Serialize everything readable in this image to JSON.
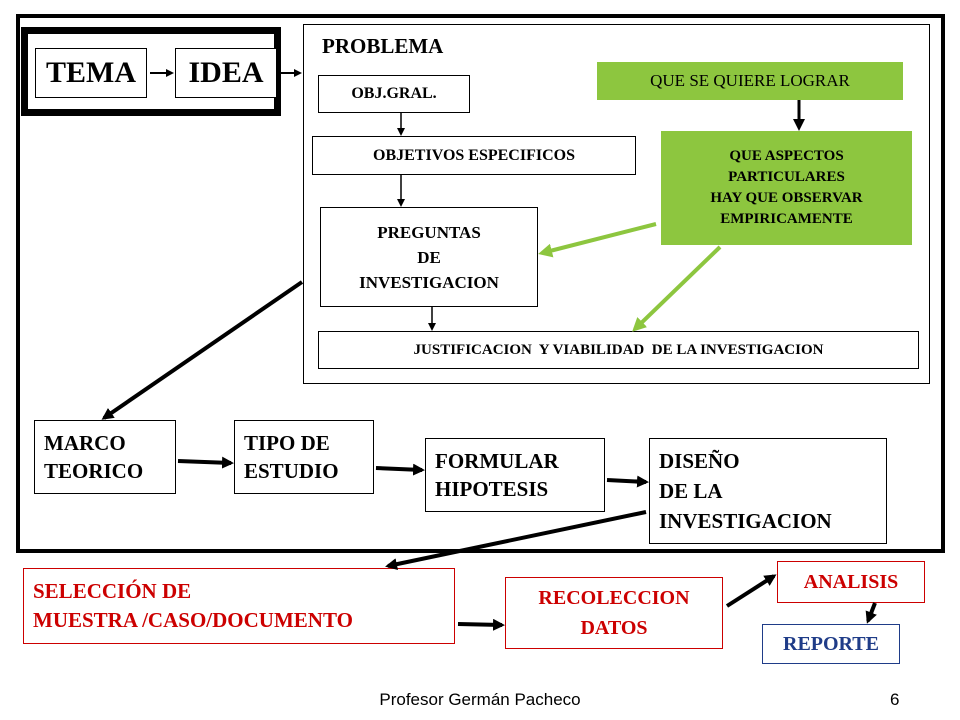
{
  "nodes": {
    "tema": "TEMA",
    "idea": "IDEA",
    "problema": "PROBLEMA",
    "obj_gral": "OBJ.GRAL.",
    "objetivos_especificos": "OBJETIVOS ESPECIFICOS",
    "preguntas": [
      "PREGUNTAS",
      "DE",
      "INVESTIGACION"
    ],
    "justificacion": "JUSTIFICACION  Y VIABILIDAD  DE LA INVESTIGACION",
    "que_se_quiere_lograr": "QUE SE QUIERE LOGRAR",
    "que_aspectos": [
      "QUE ASPECTOS",
      "PARTICULARES",
      "HAY QUE OBSERVAR",
      "EMPIRICAMENTE"
    ],
    "marco_teorico": [
      "MARCO",
      "TEORICO"
    ],
    "tipo_estudio": [
      "TIPO DE",
      "ESTUDIO"
    ],
    "formular_hipotesis": [
      "FORMULAR",
      "HIPOTESIS"
    ],
    "diseno": [
      "DISEÑO",
      "DE LA",
      "INVESTIGACION"
    ],
    "seleccion_muestra": [
      "SELECCIÓN DE",
      "MUESTRA /CASO/DOCUMENTO"
    ],
    "recoleccion_datos": [
      "RECOLECCION",
      "DATOS"
    ],
    "analisis": "ANALISIS",
    "reporte": "REPORTE"
  },
  "colors": {
    "green_box": "#8dc63f",
    "green_arrow": "#8dc63f",
    "red_text": "#cc0000",
    "blue_text": "#1f3c88",
    "black": "#000000"
  },
  "footer": {
    "author": "Profesor Germán Pacheco",
    "page_number": "6"
  }
}
